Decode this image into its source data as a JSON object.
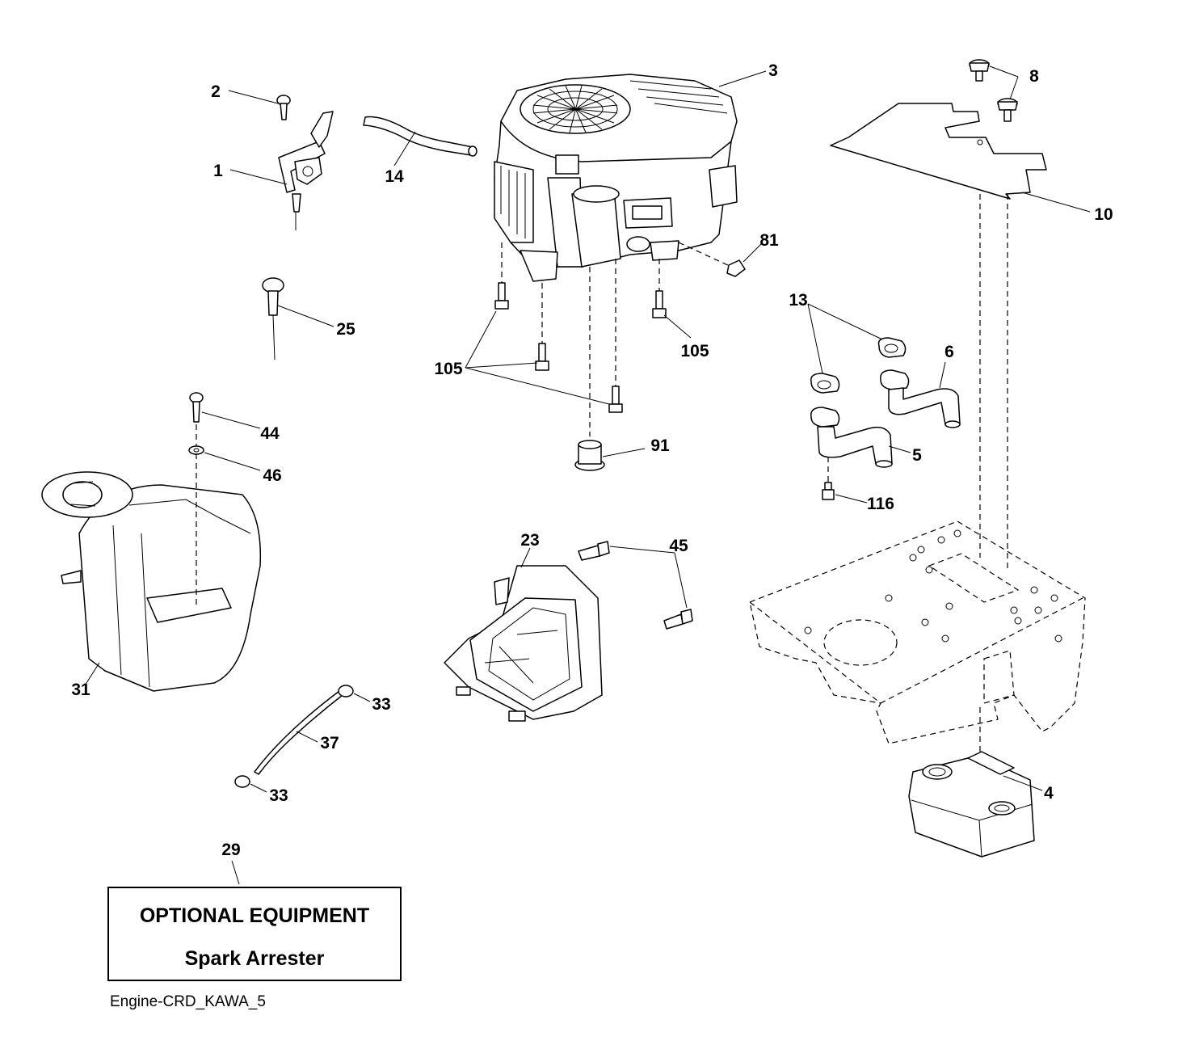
{
  "diagram": {
    "callouts": [
      {
        "id": "c1",
        "label": "1"
      },
      {
        "id": "c2",
        "label": "2"
      },
      {
        "id": "c3",
        "label": "3"
      },
      {
        "id": "c4",
        "label": "4"
      },
      {
        "id": "c5",
        "label": "5"
      },
      {
        "id": "c6",
        "label": "6"
      },
      {
        "id": "c8",
        "label": "8"
      },
      {
        "id": "c10",
        "label": "10"
      },
      {
        "id": "c13",
        "label": "13"
      },
      {
        "id": "c14",
        "label": "14"
      },
      {
        "id": "c23",
        "label": "23"
      },
      {
        "id": "c25",
        "label": "25"
      },
      {
        "id": "c29",
        "label": "29"
      },
      {
        "id": "c31",
        "label": "31"
      },
      {
        "id": "c33a",
        "label": "33"
      },
      {
        "id": "c33b",
        "label": "33"
      },
      {
        "id": "c37",
        "label": "37"
      },
      {
        "id": "c44",
        "label": "44"
      },
      {
        "id": "c45",
        "label": "45"
      },
      {
        "id": "c46",
        "label": "46"
      },
      {
        "id": "c81",
        "label": "81"
      },
      {
        "id": "c91",
        "label": "91"
      },
      {
        "id": "c105a",
        "label": "105"
      },
      {
        "id": "c105b",
        "label": "105"
      },
      {
        "id": "c116",
        "label": "116"
      }
    ]
  },
  "optional_box": {
    "line1": "OPTIONAL EQUIPMENT",
    "line2": "Spark Arrester"
  },
  "footer": {
    "drawing_id": "Engine-CRD_KAWA_5"
  }
}
